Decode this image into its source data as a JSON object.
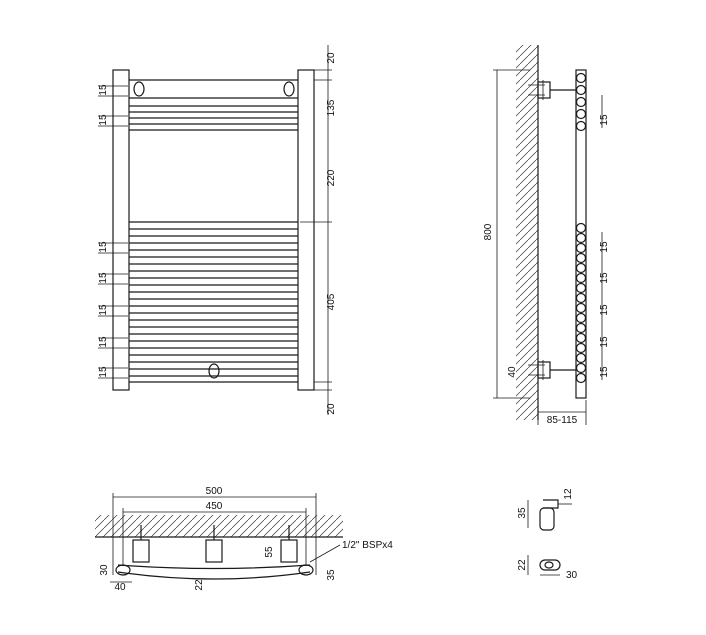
{
  "front": {
    "right_dims": [
      "20",
      "135",
      "220",
      "405",
      "20"
    ],
    "left_spacing": [
      "15",
      "15",
      "15",
      "15",
      "15",
      "15",
      "15"
    ]
  },
  "side": {
    "height": "800",
    "pitch": [
      "15",
      "15",
      "15",
      "15",
      "15",
      "15"
    ],
    "inlet_height": "40",
    "wall_distance": "85-115"
  },
  "bottom": {
    "width_outer": "500",
    "width_centers": "450",
    "valve_height": "55",
    "pipe_label": "1/2\" BSPx4",
    "left_offset": "30",
    "left_width": "40",
    "bow": "22",
    "right_offset": "35"
  },
  "bracket": {
    "top_w": "12",
    "top_h": "35",
    "bottom_h": "22",
    "bottom_w": "30"
  }
}
